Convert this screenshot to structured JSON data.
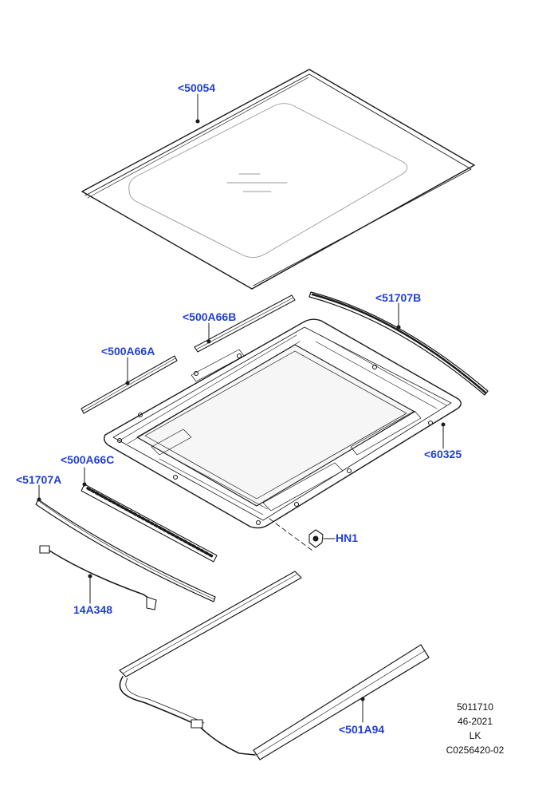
{
  "callouts": {
    "glass_panel": "<50054",
    "seal_b": "<500A66B",
    "seal_a": "<500A66A",
    "trim_b": "<51707B",
    "frame": "<60325",
    "seal_c": "<500A66C",
    "trim_a": "<51707A",
    "nut": "HN1",
    "harness": "14A348",
    "motor_assembly": "<501A94"
  },
  "footer": {
    "line1": "5011710",
    "line2": "46-2021",
    "line3": "LK",
    "line4": "C0256420-02"
  },
  "colors": {
    "callout": "#1f3fd8",
    "line": "#1a1a1a"
  }
}
